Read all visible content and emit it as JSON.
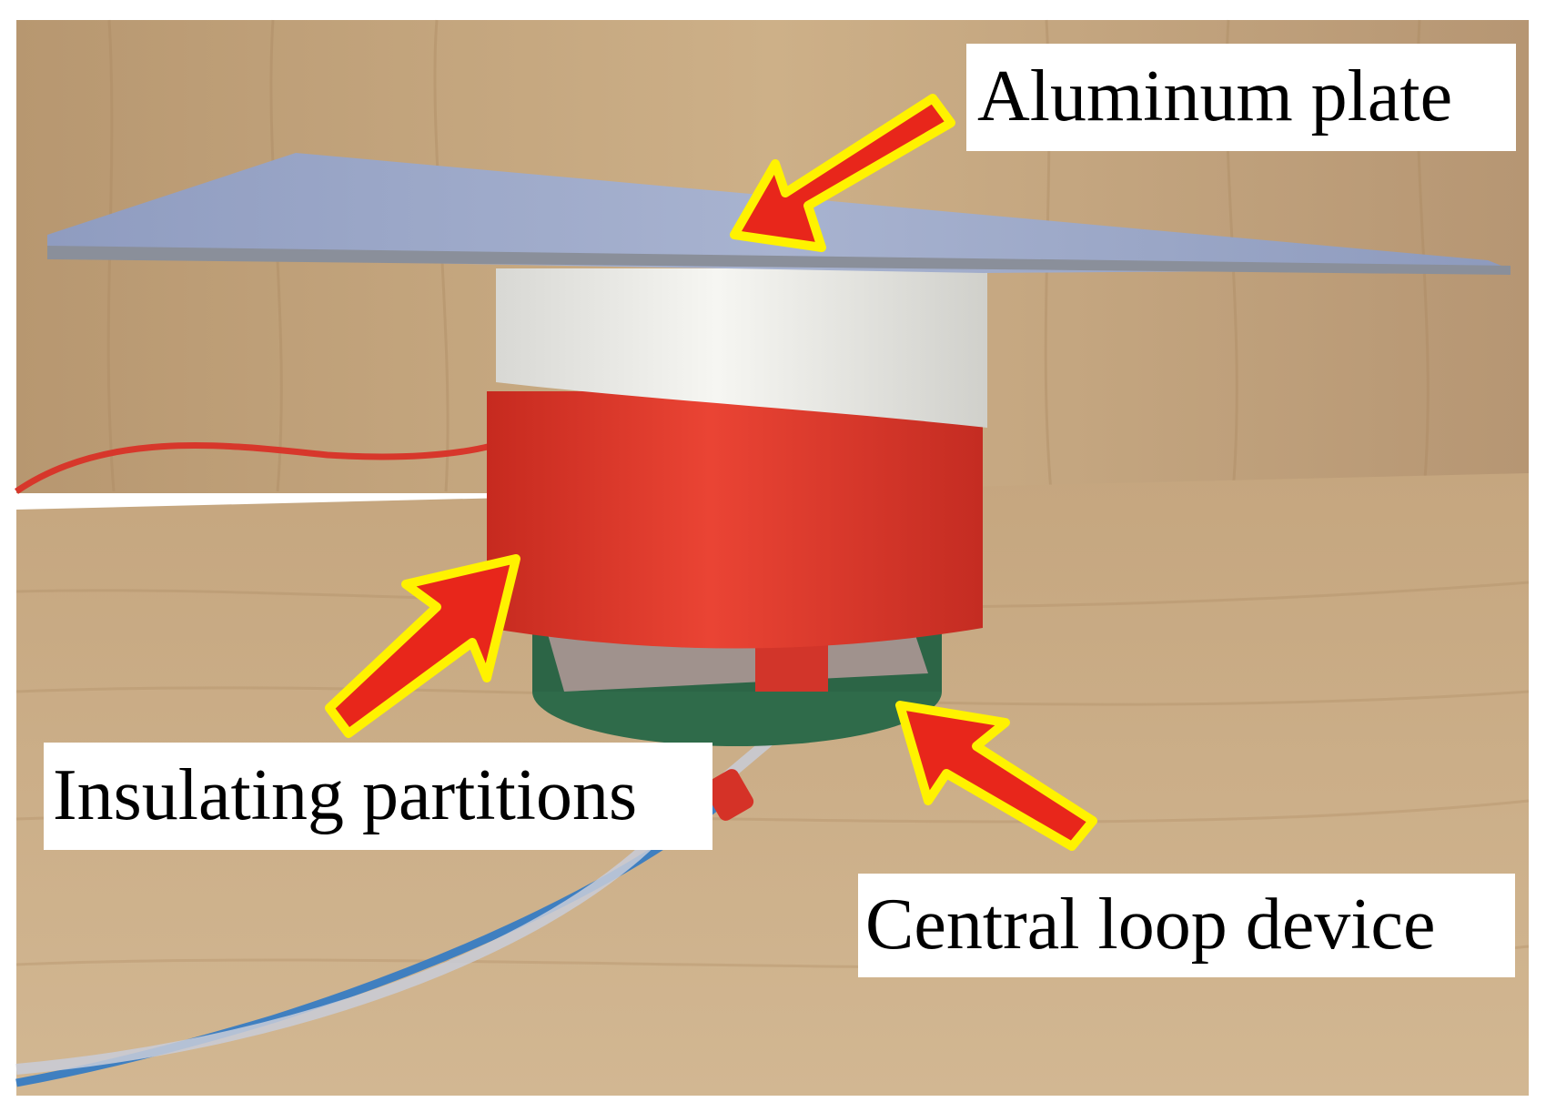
{
  "labels": {
    "aluminum_plate": "Aluminum plate",
    "insulating_partitions": "Insulating partitions",
    "central_loop_device": "Central loop device"
  },
  "colors": {
    "arrow_fill": "#e8261b",
    "arrow_outline": "#fff200",
    "wood": "#c9a77e",
    "plate": "#9aa7c6",
    "cylinder_white": "#eeeeea",
    "cylinder_red": "#e23b2c",
    "device_green": "#2f6b4a"
  },
  "icons": {
    "arrow": "arrow-icon"
  }
}
